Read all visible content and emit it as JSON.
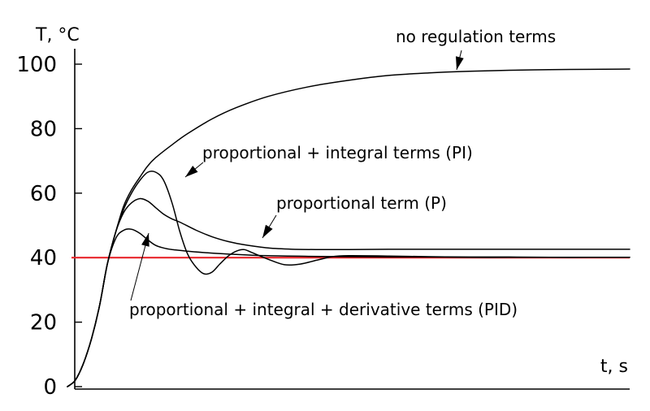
{
  "chart_data": {
    "type": "line",
    "title": "",
    "xlabel": "t, s",
    "ylabel": "T, °C",
    "ylim": [
      0,
      100
    ],
    "xlim": [
      0,
      100
    ],
    "y_ticks": [
      "0",
      "20",
      "40",
      "60",
      "80",
      "100"
    ],
    "grid": false,
    "setpoint": {
      "y": 40,
      "color": "#e8262b"
    },
    "series": [
      {
        "name": "no regulation terms",
        "x": [
          0,
          1.4,
          2.8,
          4.3,
          5.7,
          7.1,
          8.6,
          10,
          11.4,
          12.9,
          14.3,
          15.7,
          18.6,
          21.4,
          25.7,
          30,
          35.7,
          42.9,
          50,
          57.1,
          64.3,
          71.4,
          78.6,
          85.7,
          92.9,
          100
        ],
        "y": [
          0,
          2,
          7,
          15,
          25,
          38,
          48,
          56,
          61,
          65,
          68.5,
          71,
          75,
          78.5,
          83,
          86.5,
          90,
          93,
          95,
          96.5,
          97.3,
          97.8,
          98.1,
          98.3,
          98.4,
          98.5
        ]
      },
      {
        "name": "proportional + integral terms (PI)",
        "x": [
          0,
          1.4,
          2.8,
          4.3,
          5.7,
          7.1,
          8.6,
          10,
          11.4,
          12.9,
          14.3,
          15.7,
          17.1,
          18.6,
          20,
          21.4,
          22.9,
          24.3,
          25.7,
          27.1,
          28.6,
          30,
          31.4,
          32.9,
          35.7,
          38.6,
          41.4,
          44.3,
          47.1,
          50,
          57.1,
          64.3,
          71.4,
          78.6,
          85.7,
          92.9,
          100
        ],
        "y": [
          0,
          2,
          7,
          15,
          25,
          38,
          48,
          55,
          60,
          64,
          66.5,
          66.5,
          64,
          57,
          48,
          41,
          37,
          35,
          35.5,
          38,
          40.5,
          42,
          42.5,
          41.5,
          39.5,
          37.8,
          38,
          39.2,
          40.3,
          40.6,
          40.5,
          40.3,
          40.2,
          40.2,
          40.1,
          40.1,
          40.1
        ]
      },
      {
        "name": "proportional term (P)",
        "x": [
          0,
          1.4,
          2.8,
          4.3,
          5.7,
          7.1,
          8.6,
          10,
          11.4,
          12.9,
          14.3,
          15.7,
          17.1,
          18.6,
          20,
          22.9,
          25.7,
          28.6,
          31.4,
          35.7,
          40,
          45.7,
          50,
          57.1,
          64.3,
          71.4,
          78.6,
          85.7,
          92.9,
          100
        ],
        "y": [
          0,
          2,
          7,
          15,
          25,
          38,
          48,
          54,
          57,
          58.3,
          57.5,
          55.5,
          53.5,
          52,
          51,
          48.5,
          46.5,
          45,
          44,
          43,
          42.6,
          42.5,
          42.5,
          42.6,
          42.6,
          42.6,
          42.6,
          42.6,
          42.6,
          42.6
        ]
      },
      {
        "name": "proportional + integral + derivative terms (PID)",
        "x": [
          0,
          1.4,
          2.8,
          4.3,
          5.7,
          7.1,
          8.6,
          10,
          11.4,
          12.9,
          14.3,
          15.7,
          17.1,
          18.6,
          21.4,
          25.7,
          30,
          35.7,
          42.9,
          50,
          57.1,
          64.3,
          71.4,
          78.6,
          85.7,
          92.9,
          100
        ],
        "y": [
          0,
          2,
          7,
          15,
          25,
          38,
          46,
          48.5,
          48.8,
          47.5,
          45.5,
          43.8,
          43,
          42.5,
          42,
          41.4,
          41,
          40.6,
          40.4,
          40.3,
          40.2,
          40.2,
          40.1,
          40.1,
          40.1,
          40.1,
          40.1
        ]
      }
    ]
  }
}
